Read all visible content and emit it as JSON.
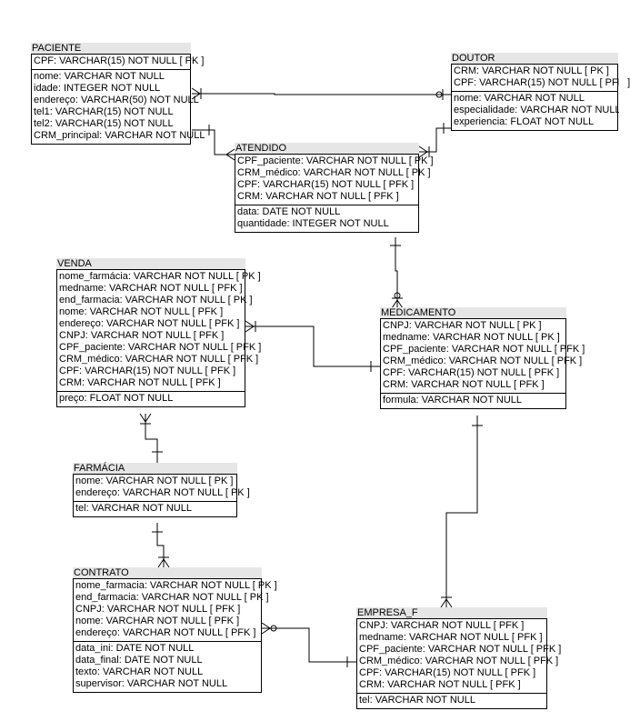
{
  "entities": {
    "paciente": {
      "name": "PACIENTE",
      "key_rows": [
        "CPF: VARCHAR(15)   NOT NULL  [ PK ]"
      ],
      "attr_rows": [
        "nome: VARCHAR   NOT NULL",
        "idade: INTEGER   NOT NULL",
        "endereço: VARCHAR(50)   NOT NULL",
        "tel1: VARCHAR(15)   NOT NULL",
        "tel2: VARCHAR(15)   NOT NULL",
        "CRM_principal: VARCHAR   NOT NULL"
      ]
    },
    "doutor": {
      "name": "DOUTOR",
      "key_rows": [
        "CRM: VARCHAR   NOT NULL  [ PK ]",
        "CPF: VARCHAR(15)   NOT NULL  [ PFK ]"
      ],
      "attr_rows": [
        "nome: VARCHAR   NOT NULL",
        "especialidade: VARCHAR   NOT NULL",
        "experiencia: FLOAT   NOT NULL"
      ]
    },
    "atendido": {
      "name": "ATENDIDO",
      "key_rows": [
        "CPF_paciente: VARCHAR   NOT NULL  [ PK ]",
        "CRM_médico: VARCHAR   NOT NULL  [ PK ]",
        "CPF: VARCHAR(15)   NOT NULL  [ PFK ]",
        "CRM: VARCHAR   NOT NULL  [ PFK ]"
      ],
      "attr_rows": [
        "data: DATE   NOT NULL",
        "quantidade: INTEGER   NOT NULL"
      ]
    },
    "venda": {
      "name": "VENDA",
      "key_rows": [
        "nome_farmácia: VARCHAR   NOT NULL  [ PK ]",
        "medname: VARCHAR   NOT NULL  [ PFK ]",
        "end_farmacia: VARCHAR   NOT NULL  [ PK ]",
        "nome: VARCHAR   NOT NULL  [ PFK ]",
        "endereço: VARCHAR   NOT NULL  [ PFK ]",
        "CNPJ: VARCHAR   NOT NULL  [ PFK ]",
        "CPF_paciente: VARCHAR   NOT NULL  [ PFK ]",
        "CRM_médico: VARCHAR   NOT NULL  [ PFK ]",
        "CPF: VARCHAR(15)   NOT NULL  [ PFK ]",
        "CRM: VARCHAR   NOT NULL  [ PFK ]"
      ],
      "attr_rows": [
        "preço: FLOAT   NOT NULL"
      ]
    },
    "medicamento": {
      "name": "MEDICAMENTO",
      "key_rows": [
        "CNPJ: VARCHAR   NOT NULL  [ PK ]",
        "medname: VARCHAR   NOT NULL  [ PK ]",
        "CPF_paciente: VARCHAR   NOT NULL  [ PFK ]",
        "CRM_médico: VARCHAR   NOT NULL  [ PFK ]",
        "CPF: VARCHAR(15)   NOT NULL  [ PFK ]",
        "CRM: VARCHAR   NOT NULL  [ PFK ]"
      ],
      "attr_rows": [
        "formula: VARCHAR   NOT NULL"
      ]
    },
    "farmacia": {
      "name": "FARMÁCIA",
      "key_rows": [
        "nome: VARCHAR   NOT NULL  [ PK ]",
        "endereço: VARCHAR   NOT NULL  [ PK ]"
      ],
      "attr_rows": [
        "tel: VARCHAR   NOT NULL"
      ]
    },
    "contrato": {
      "name": "CONTRATO",
      "key_rows": [
        "nome_farmacia: VARCHAR   NOT NULL  [ PK ]",
        "end_farmacia: VARCHAR   NOT NULL  [ PK ]",
        "CNPJ: VARCHAR   NOT NULL  [ PFK ]",
        "nome: VARCHAR   NOT NULL  [ PFK ]",
        "endereço: VARCHAR   NOT NULL  [ PFK ]"
      ],
      "attr_rows": [
        "data_ini: DATE   NOT NULL",
        "data_final: DATE   NOT NULL",
        "texto: VARCHAR   NOT NULL",
        "supervisor: VARCHAR   NOT NULL"
      ]
    },
    "empresa_f": {
      "name": "EMPRESA_F",
      "key_rows": [
        "CNPJ: VARCHAR   NOT NULL  [ PFK ]",
        "medname: VARCHAR   NOT NULL  [ PFK ]",
        "CPF_paciente: VARCHAR   NOT NULL  [ PFK ]",
        "CRM_médico: VARCHAR   NOT NULL  [ PFK ]",
        "CPF: VARCHAR(15)   NOT NULL  [ PFK ]",
        "CRM: VARCHAR   NOT NULL  [ PFK ]"
      ],
      "attr_rows": [
        "tel: VARCHAR   NOT NULL"
      ]
    }
  },
  "colors": {
    "line": "#000000",
    "title_bg": "#e6e6e6",
    "box_bg": "#ffffff"
  }
}
